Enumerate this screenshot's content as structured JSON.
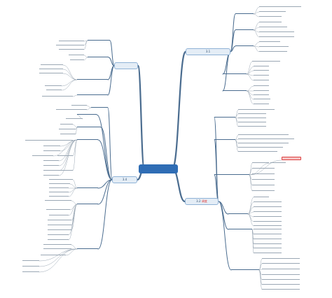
{
  "colors": {
    "background": "#ffffff",
    "center_fill": "#2f6db5",
    "main_fill": "#e4edf6",
    "main_border": "#8fb2d6",
    "branch_line": "#4a6c8f",
    "leaf_line": "#9aa7b4",
    "keyword_red": "#e53935",
    "highlight_fill": "#f6c2c2"
  },
  "center": {
    "label": ""
  },
  "branches": {
    "top_left": {
      "number": "",
      "label": ""
    },
    "bottom_left": {
      "number": "3.4",
      "label": ""
    },
    "top_right": {
      "number": "3.1",
      "label": ""
    },
    "bottom_right": {
      "number": "3.2",
      "label": "",
      "keyword": "调度",
      "label_after": ""
    }
  },
  "leaf_label": "",
  "highlight_label": ""
}
